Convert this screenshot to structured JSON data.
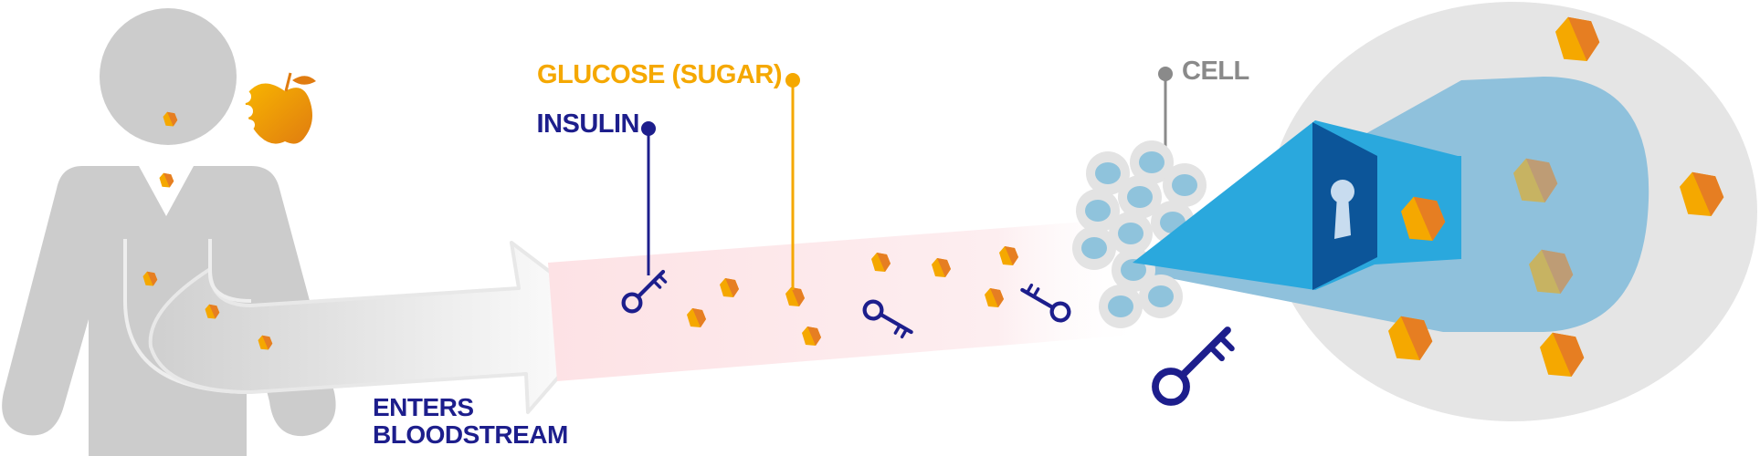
{
  "labels": {
    "glucose": "GLUCOSE (SUGAR)",
    "insulin": "INSULIN",
    "cell": "CELL",
    "enters_line1": "ENTERS",
    "enters_line2": "BLOODSTREAM"
  },
  "colors": {
    "glucose": "#f5a800",
    "glucose_dark": "#e67e22",
    "insulin": "#1d1e8c",
    "cell": "#8a8a8a",
    "body": "#cccccc",
    "bloodstream": "#fde3e6",
    "cell_fill": "#8fc3dc",
    "zoom_beam": "#2aa8dd",
    "door": "#0c5599"
  },
  "icons": [
    "human-body-icon",
    "bitten-apple-icon",
    "key-icon",
    "glucose-hexagon-icon",
    "cell-icon",
    "keyhole-door-icon"
  ]
}
